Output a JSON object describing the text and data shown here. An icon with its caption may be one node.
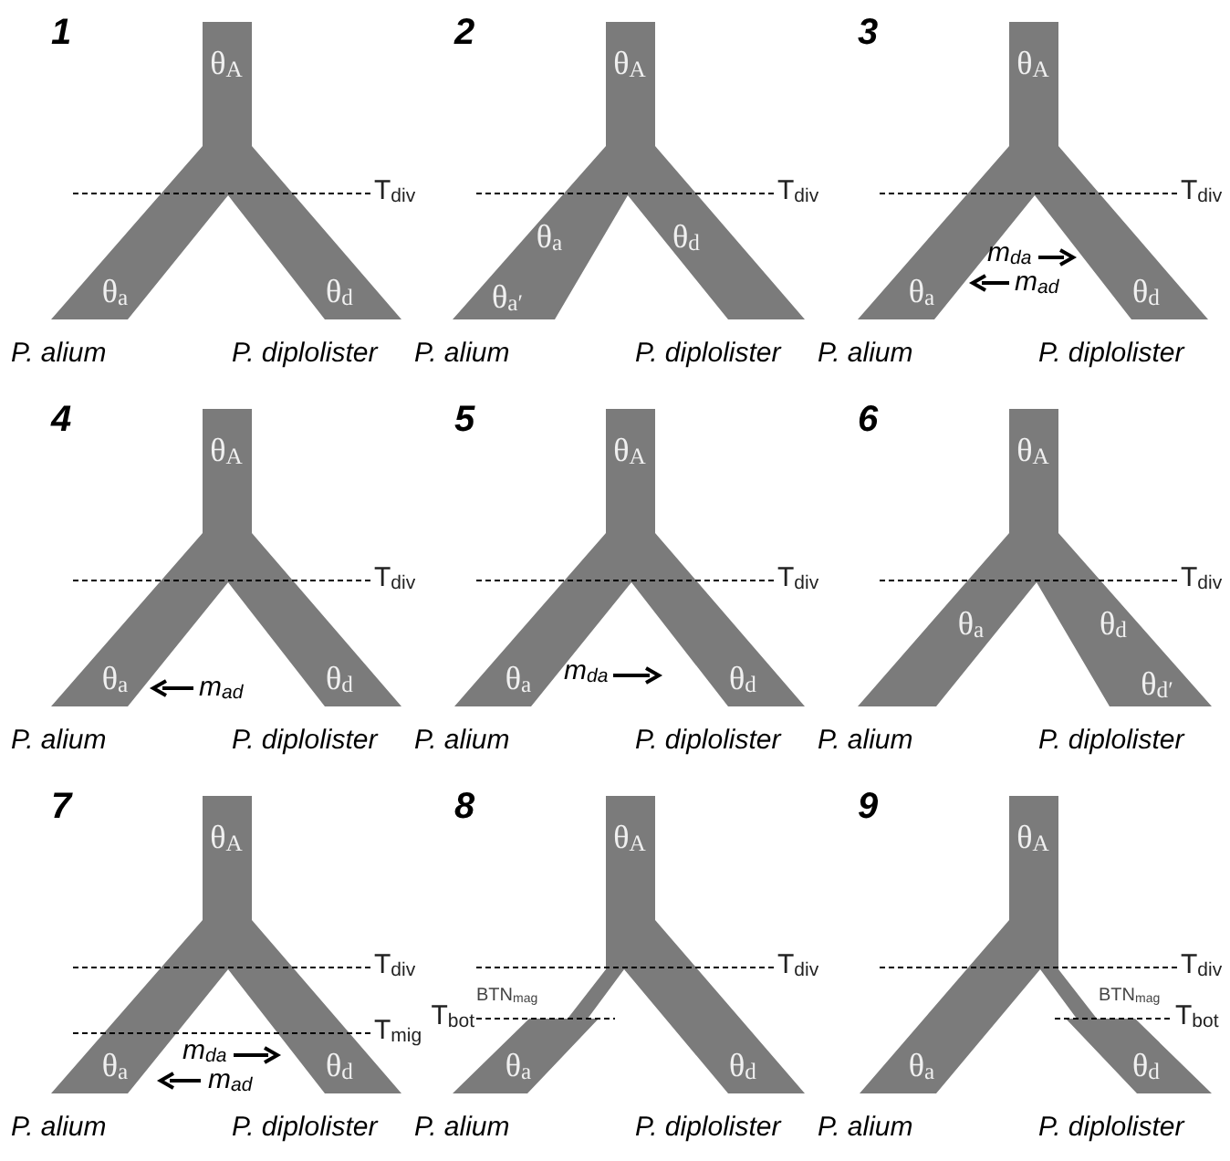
{
  "diagram": {
    "nodes": [
      {
        "text": [
          "θ$_{A}$",
          "θ$_{a}$",
          "θ$_{d}$"
        ]
      },
      {
        "text": [
          "θ$_{A}$",
          "θ$_{a}$",
          "θ$_{d}$",
          "θ$_{a′}$"
        ]
      },
      {
        "text": [
          "θ$_{A}$",
          "θ$_{a}$",
          "θ$_{d}$"
        ]
      },
      {
        "text": [
          "θ$_{A}$",
          "θ$_{a}$",
          "θ$_{d}$"
        ]
      },
      {
        "text": [
          "θ$_{A}$",
          "θ$_{a}$",
          "θ$_{d}$"
        ]
      },
      {
        "text": [
          "θ$_{A}$",
          "θ$_{a}$",
          "θ$_{d}$",
          "θ$_{d′}$"
        ]
      },
      {
        "text": [
          "θ$_{A}$",
          "θ$_{a}$",
          "θ$_{d}$"
        ]
      },
      {
        "text": [
          "θ$_{A}$",
          "θ$_{a}$",
          "θ$_{d}$"
        ]
      },
      {
        "text": [
          "θ$_{A}$",
          "θ$_{a}$",
          "θ$_{d}$"
        ]
      }
    ],
    "labels": [
      "1",
      "T$_{div}$",
      "P. alium",
      "P. diplolister",
      "2",
      "T$_{div}$",
      "P. alium",
      "P. diplolister",
      "3",
      "T$_{div}$",
      "m$_{da}$",
      "m$_{ad}$",
      "P. alium",
      "P. diplolister",
      "4",
      "T$_{div}$",
      "m$_{ad}$",
      "P. alium",
      "P. diplolister",
      "5",
      "T$_{div}$",
      "m$_{da}$",
      "P. alium",
      "P. diplolister",
      "6",
      "T$_{div}$",
      "P. alium",
      "P. diplolister",
      "7",
      "T$_{div}$",
      "T$_{mig}$",
      "m$_{da}$",
      "m$_{ad}$",
      "P. alium",
      "P. diplolister",
      "8",
      "T$_{div}$",
      "BTN$_{mag}$",
      "T$_{bot}$",
      "P. alium",
      "P. diplolister",
      "9",
      "T$_{div}$",
      "BTN$_{mag}$",
      "T$_{bot}$",
      "P. alium",
      "P. diplolister"
    ]
  }
}
